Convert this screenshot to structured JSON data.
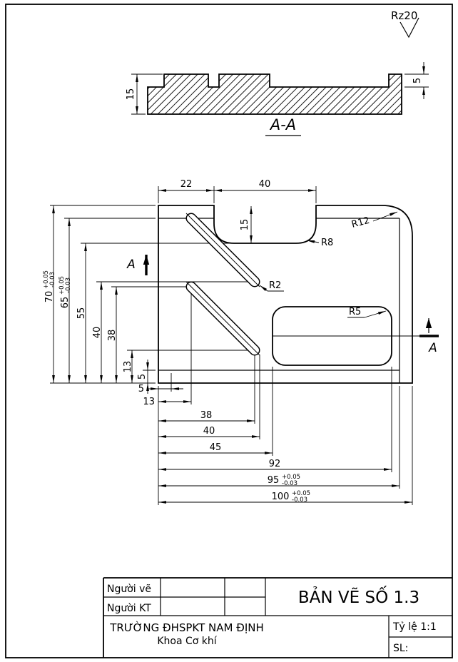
{
  "surface": {
    "roughness": "Rz20"
  },
  "section_view": {
    "label": "A-A",
    "dim_thickness": "15",
    "dim_step": "5"
  },
  "plan_view": {
    "top": {
      "d22": "22",
      "d40": "40",
      "d15": "15"
    },
    "left": {
      "d70": "70",
      "d70_sup": "+0.05",
      "d70_sub": "-0.03",
      "d65": "65",
      "d65_sup": "+0.05",
      "d65_sub": "-0.03",
      "d55": "55",
      "d40": "40",
      "d38": "38",
      "d13": "13",
      "d5": "5"
    },
    "bottom": {
      "d5": "5",
      "d13": "13",
      "d38": "38",
      "d40": "40",
      "d45": "45",
      "d92": "92",
      "d95": "95",
      "d95_sup": "+0.05",
      "d95_sub": "-0.03",
      "d100": "100",
      "d100_sup": "+0.05",
      "d100_sub": "-0.03"
    },
    "radii": {
      "r8": "R8",
      "r12": "R12",
      "r2": "R2",
      "r5": "R5"
    },
    "section_mark_left": "A",
    "section_mark_right": "A"
  },
  "title_block": {
    "drawn_by_label": "Người vẽ",
    "checked_by_label": "Người KT",
    "title": "BẢN VẼ SỐ 1.3",
    "school": "TRƯỜNG ĐHSPKT NAM ĐỊNH",
    "department": "Khoa Cơ khí",
    "scale": "Tỷ lệ 1:1",
    "quantity": "SL:"
  }
}
